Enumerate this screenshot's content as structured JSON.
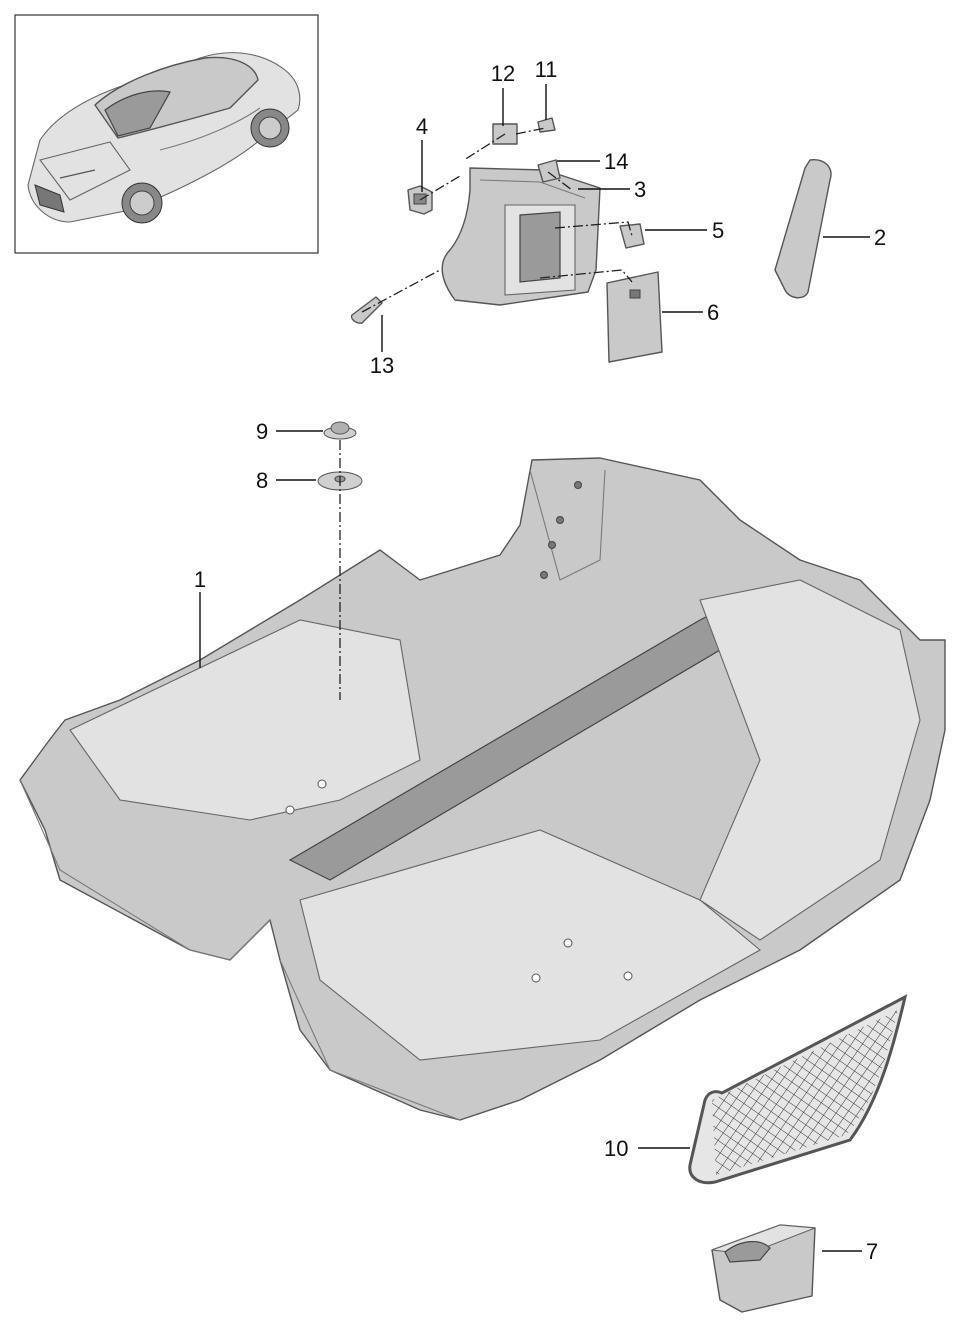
{
  "callouts": {
    "c1": "1",
    "c2": "2",
    "c3": "3",
    "c4": "4",
    "c5": "5",
    "c6": "6",
    "c7": "7",
    "c8": "8",
    "c9": "9",
    "c10": "10",
    "c11": "11",
    "c12": "12",
    "c13": "13",
    "c14": "14"
  },
  "colors": {
    "part_fill": "#c9c9c9",
    "part_outline": "#555555",
    "leader": "#111111",
    "background": "#ffffff"
  }
}
